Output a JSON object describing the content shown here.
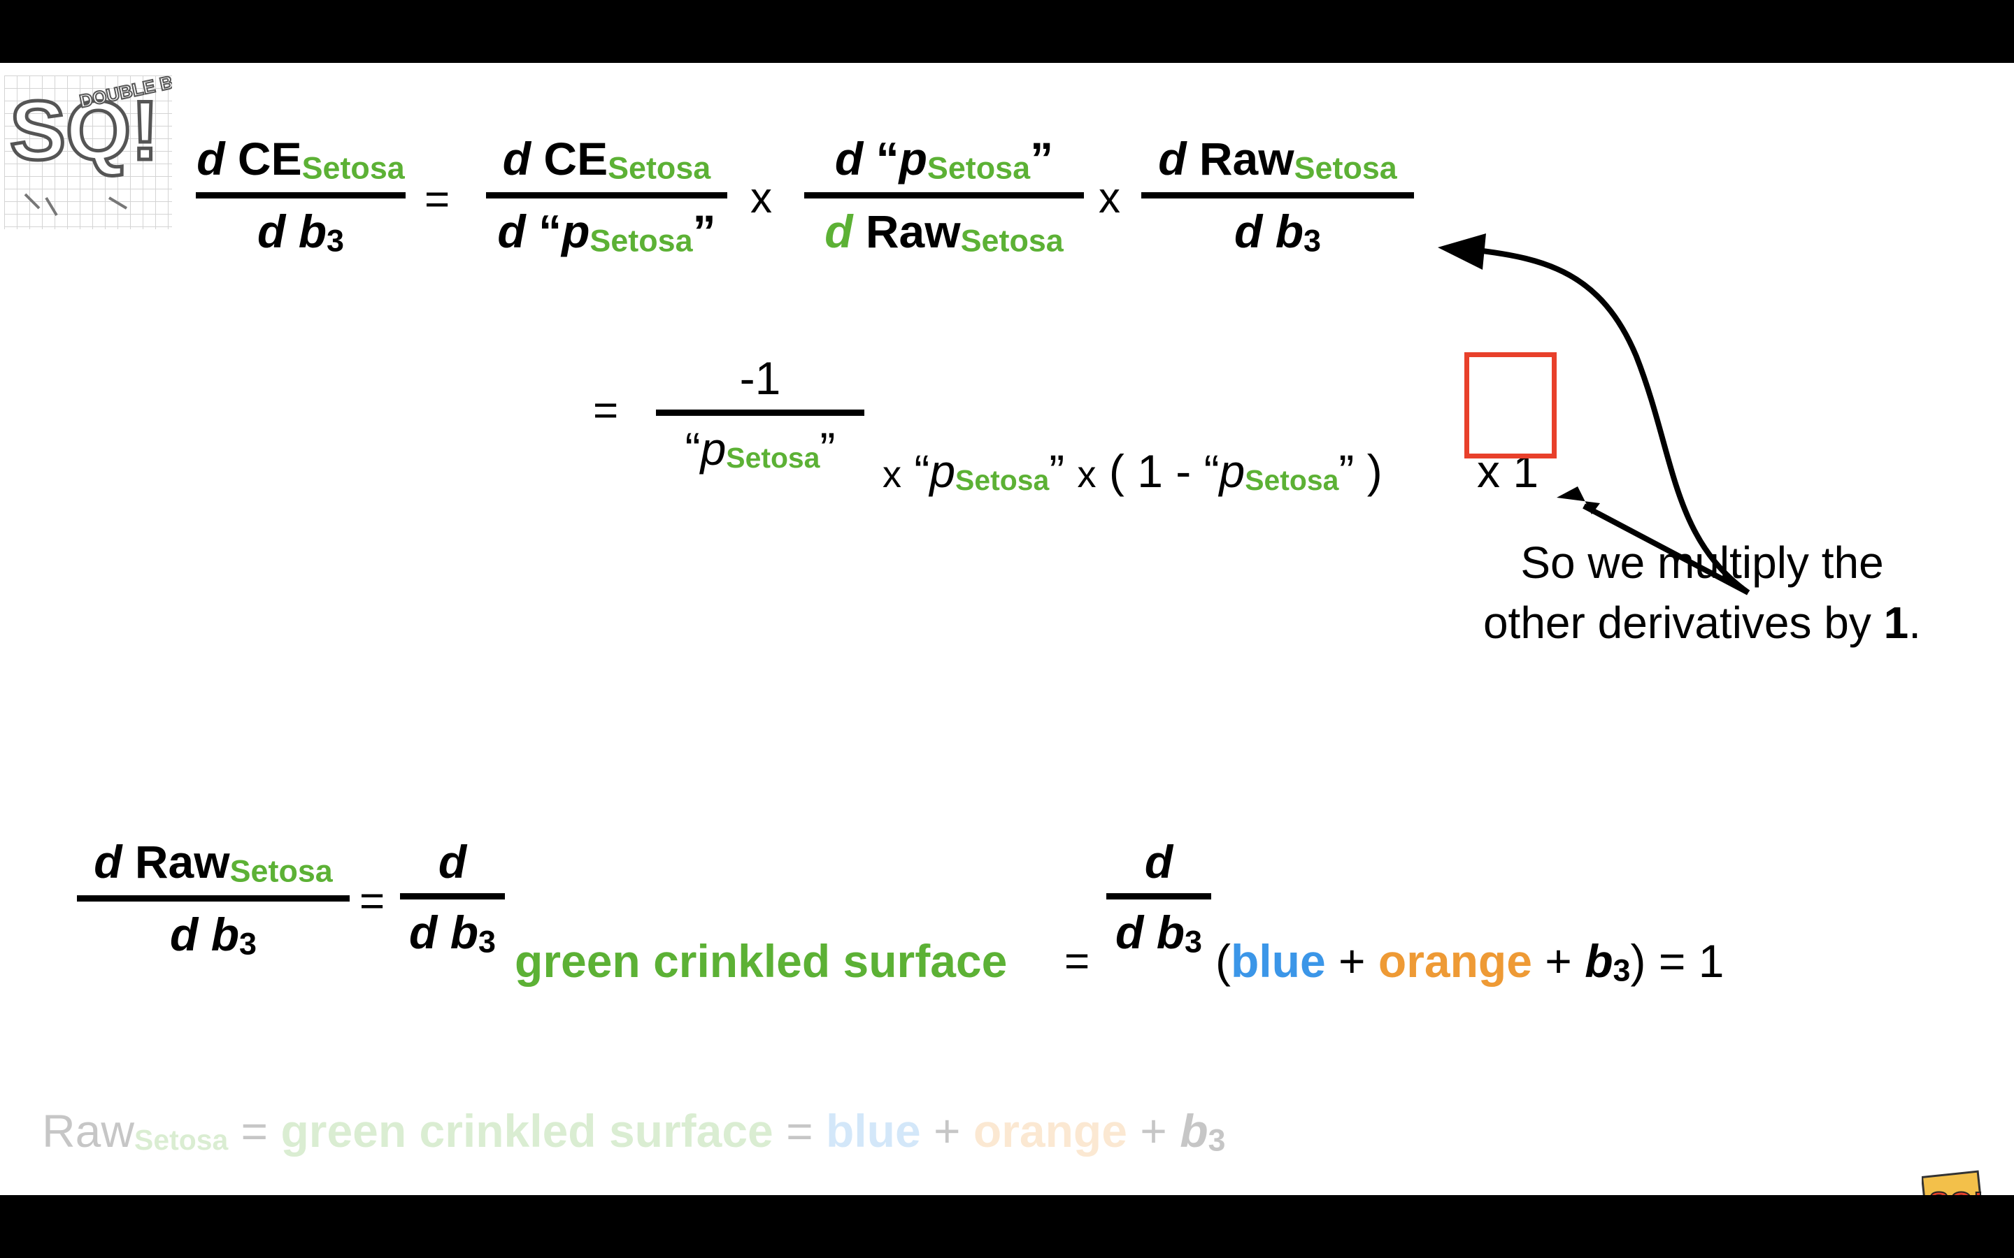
{
  "colors": {
    "green": "#5cb135",
    "blue": "#3b96e8",
    "orange": "#ee9a35",
    "red_box": "#e8402b",
    "background": "#ffffff",
    "letterbox": "#000000"
  },
  "logo": {
    "text": "SQ!",
    "tag": "DOUBLE BAM!!!"
  },
  "eq1": {
    "d": "d",
    "ce": "CE",
    "setosa": "Setosa",
    "b": "b",
    "three": "3",
    "equals": "=",
    "times": "x",
    "p": "p",
    "lq": "“",
    "rq": "”",
    "raw": "Raw"
  },
  "eq2": {
    "equals": "=",
    "neg_one": "-1",
    "times": "x",
    "one_minus": "( 1 - ",
    "close_paren": " )",
    "times_one": "x 1"
  },
  "note": {
    "line1": "So we multiply the",
    "line2_prefix": "other derivatives by ",
    "line2_bold": "1",
    "line2_suffix": "."
  },
  "eq3": {
    "green_surface": "green crinkled surface",
    "equals": "=",
    "open_paren": "(",
    "blue": "blue",
    "plus": "+",
    "orange": "orange",
    "close_paren": ")",
    "result": "= 1"
  },
  "eq4": {
    "raw": "Raw",
    "setosa": "Setosa",
    "equals": "=",
    "green_surface": "green crinkled surface",
    "blue": "blue",
    "plus": "+",
    "orange": "orange",
    "b": "b",
    "three": "3"
  }
}
